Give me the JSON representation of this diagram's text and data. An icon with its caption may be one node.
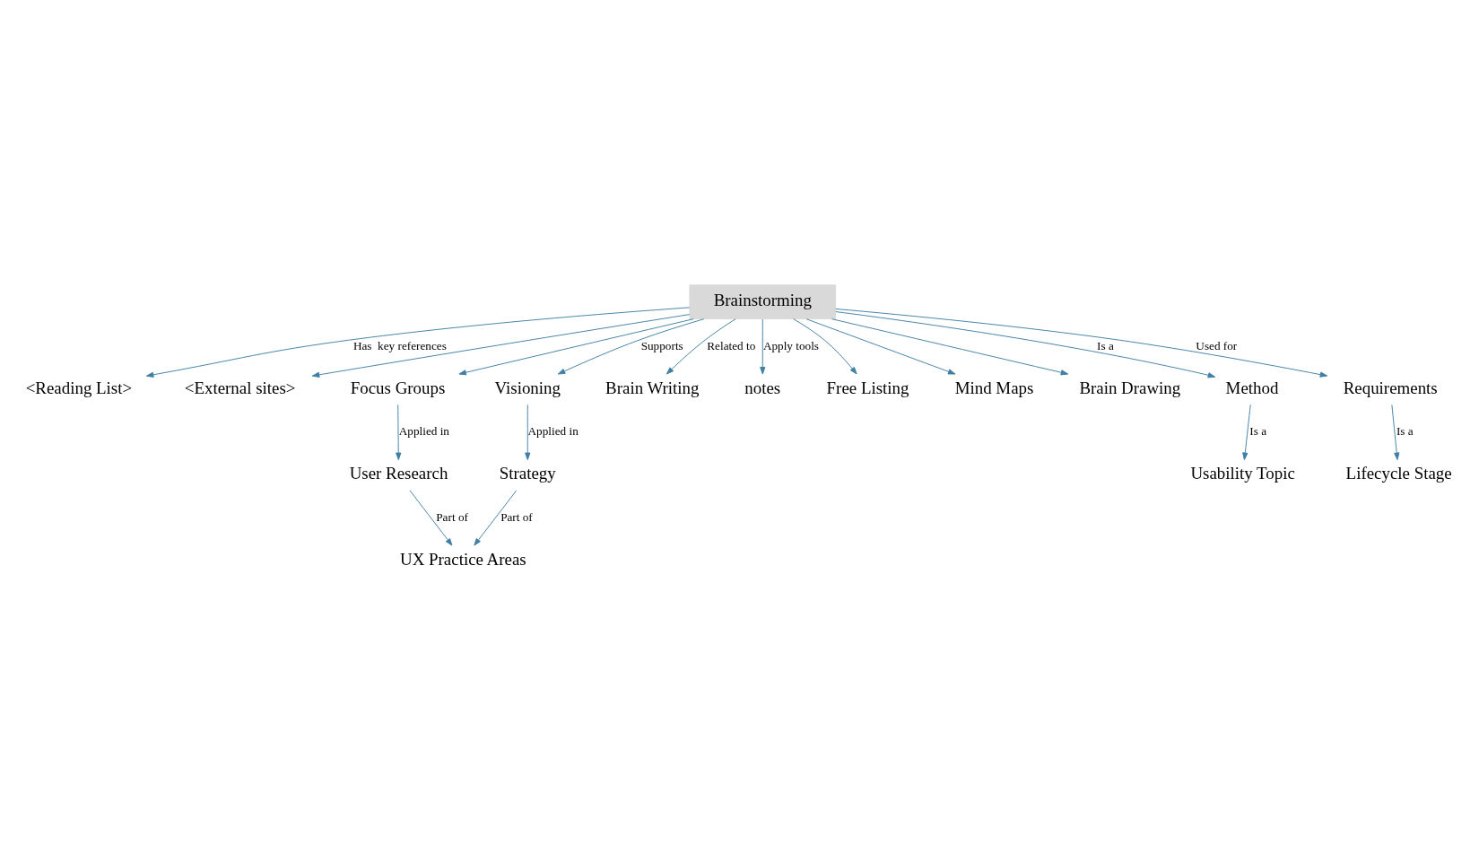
{
  "diagram": {
    "nodes": [
      {
        "text": [
          "UX Practice Areas"
        ]
      },
      {
        "text": [
          "User Research"
        ]
      },
      {
        "text": [
          "Strategy"
        ]
      },
      {
        "text": [
          "<Reading List>"
        ]
      },
      {
        "text": [
          "<External sites>"
        ]
      },
      {
        "text": [
          "Focus Groups"
        ]
      },
      {
        "text": [
          "Visioning"
        ]
      },
      {
        "text": [
          "Brain Writing"
        ]
      },
      {
        "text": [
          "Brainstorming"
        ]
      },
      {
        "text": [
          "notes"
        ]
      },
      {
        "text": [
          "Free Listing"
        ]
      },
      {
        "text": [
          "Mind Maps"
        ]
      },
      {
        "text": [
          "Brain Drawing"
        ]
      },
      {
        "text": [
          "Method"
        ]
      },
      {
        "text": [
          "Requirements"
        ]
      },
      {
        "text": [
          "Usability Topic"
        ]
      },
      {
        "text": [
          "Lifecycle Stage"
        ]
      }
    ],
    "edges": [
      {
        "from": 2,
        "to": 0,
        "arrow": "to",
        "label": "Part of"
      },
      {
        "from": 1,
        "to": 0,
        "arrow": "to",
        "label": "Part of"
      },
      {
        "from": 6,
        "to": 2,
        "arrow": "to",
        "label": "Applied in"
      },
      {
        "from": 5,
        "to": 1,
        "arrow": "to",
        "label": "Applied in"
      },
      {
        "from": 8,
        "to": 6,
        "arrow": "to",
        "label": "Supports"
      },
      {
        "from": 8,
        "to": 5,
        "arrow": "to"
      },
      {
        "from": 8,
        "to": 3,
        "arrow": "to",
        "label": "Has  key references"
      },
      {
        "from": 8,
        "to": 4,
        "arrow": "to"
      },
      {
        "from": 8,
        "to": 9,
        "arrow": "to",
        "label": "Apply tools"
      },
      {
        "from": 8,
        "to": 11,
        "arrow": "to"
      },
      {
        "from": 8,
        "to": 7,
        "arrow": "to",
        "label": "Related to"
      },
      {
        "from": 8,
        "to": 10,
        "arrow": "to"
      },
      {
        "from": 8,
        "to": 12,
        "arrow": "to"
      },
      {
        "from": 8,
        "to": 13,
        "arrow": "to",
        "label": "Is a"
      },
      {
        "from": 8,
        "to": 14,
        "arrow": "to",
        "label": "Used for"
      },
      {
        "from": 13,
        "to": 15,
        "arrow": "to",
        "label": "Is a"
      },
      {
        "from": 14,
        "to": 16,
        "arrow": "to",
        "label": "Is a"
      }
    ]
  }
}
